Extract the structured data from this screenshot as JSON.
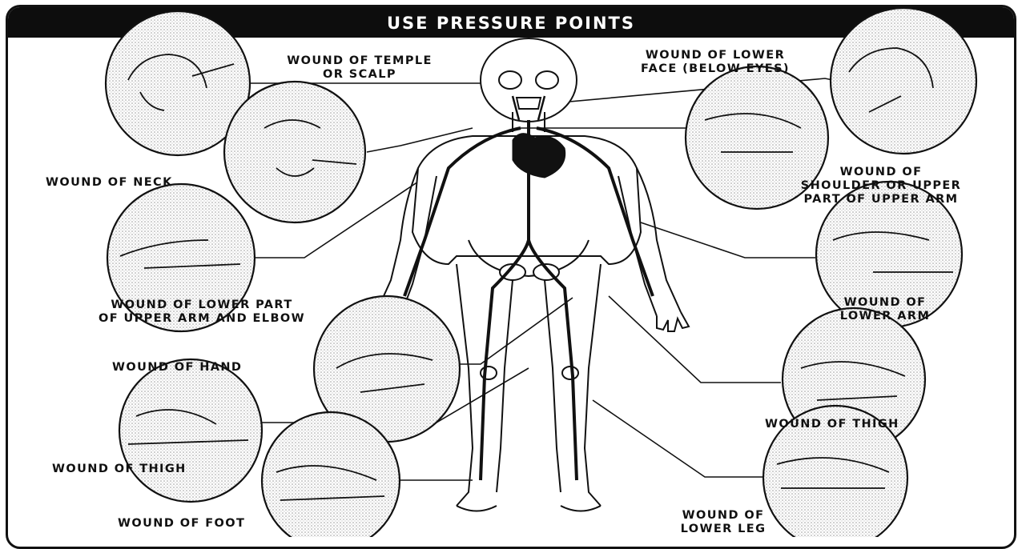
{
  "header": {
    "title": "USE PRESSURE POINTS"
  },
  "labels": {
    "temple": [
      "WOUND OF TEMPLE",
      "OR SCALP"
    ],
    "lower_face": [
      "WOUND OF LOWER",
      "FACE (BELOW EYES)"
    ],
    "neck": "WOUND OF NECK",
    "shoulder": [
      "WOUND OF",
      "SHOULDER OR UPPER",
      "PART OF UPPER ARM"
    ],
    "upper_arm": [
      "WOUND OF LOWER PART",
      "OF UPPER ARM AND ELBOW"
    ],
    "lower_arm": [
      "WOUND OF",
      "LOWER ARM"
    ],
    "hand": "WOUND OF HAND",
    "thigh_right": "WOUND OF THIGH",
    "thigh_left": "WOUND OF THIGH",
    "foot": "WOUND OF FOOT",
    "lower_leg": [
      "WOUND OF",
      "LOWER LEG"
    ]
  },
  "colors": {
    "ink": "#111111",
    "header_bg": "#0d0d0d",
    "header_text": "#ffffff",
    "shade": "#d8d8d8"
  }
}
